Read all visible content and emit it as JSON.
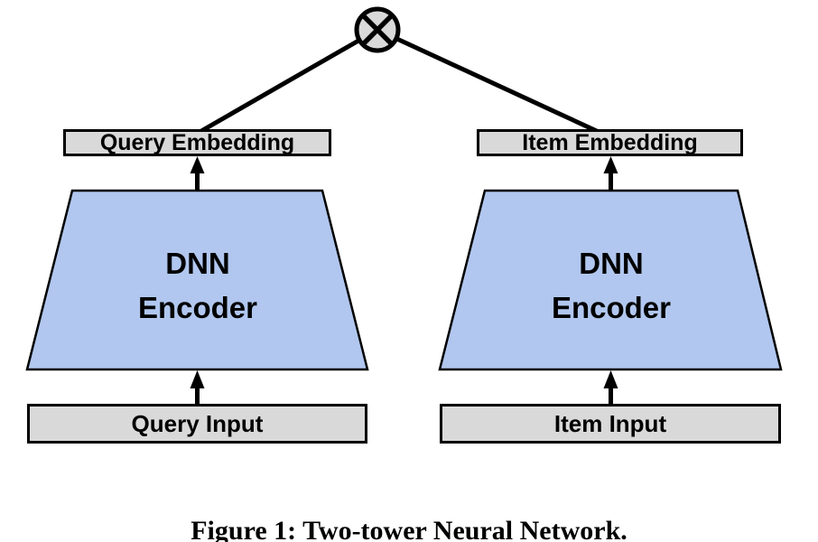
{
  "figure": {
    "caption": "Figure 1: Two-tower Neural Network."
  },
  "diagram": {
    "similarity_node": {
      "icon": "circle-cross-icon",
      "symbol": "⊗"
    },
    "left_tower": {
      "embedding_label": "Query Embedding",
      "encoder_line1": "DNN",
      "encoder_line2": "Encoder",
      "input_label": "Query Input"
    },
    "right_tower": {
      "embedding_label": "Item Embedding",
      "encoder_line1": "DNN",
      "encoder_line2": "Encoder",
      "input_label": "Item Input"
    },
    "colors": {
      "encoder_fill": "#b1c7ef",
      "node_fill": "#d9d9d9",
      "box_fill": "#d9d9d9",
      "line": "#000000",
      "background": "#ffffff"
    }
  }
}
